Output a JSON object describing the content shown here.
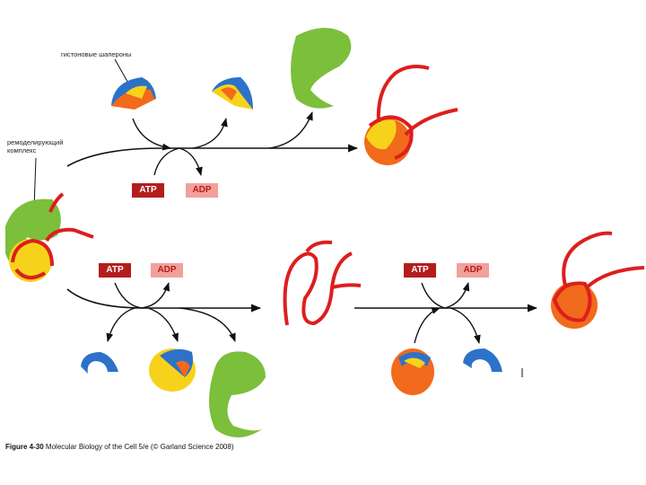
{
  "labels": {
    "chaperones": "гистоновые шапероны",
    "remodeling_line1": "ремоделирующий",
    "remodeling_line2": "комплекс"
  },
  "badges": {
    "atp": "ATP",
    "adp": "ADP"
  },
  "caption": {
    "figure_no": "Figure 4-30",
    "text": "Molecular Biology of the Cell 5/e (© Garland Science 2008)"
  },
  "colors": {
    "dna": "#dd1e1e",
    "histone_orange": "#f26a1b",
    "histone_yellow": "#f7d21b",
    "chaperone_blue": "#2c72c8",
    "remodeler_green": "#7cbf3a",
    "atp_badge": "#b51d1d",
    "adp_badge": "#f2a09a"
  }
}
